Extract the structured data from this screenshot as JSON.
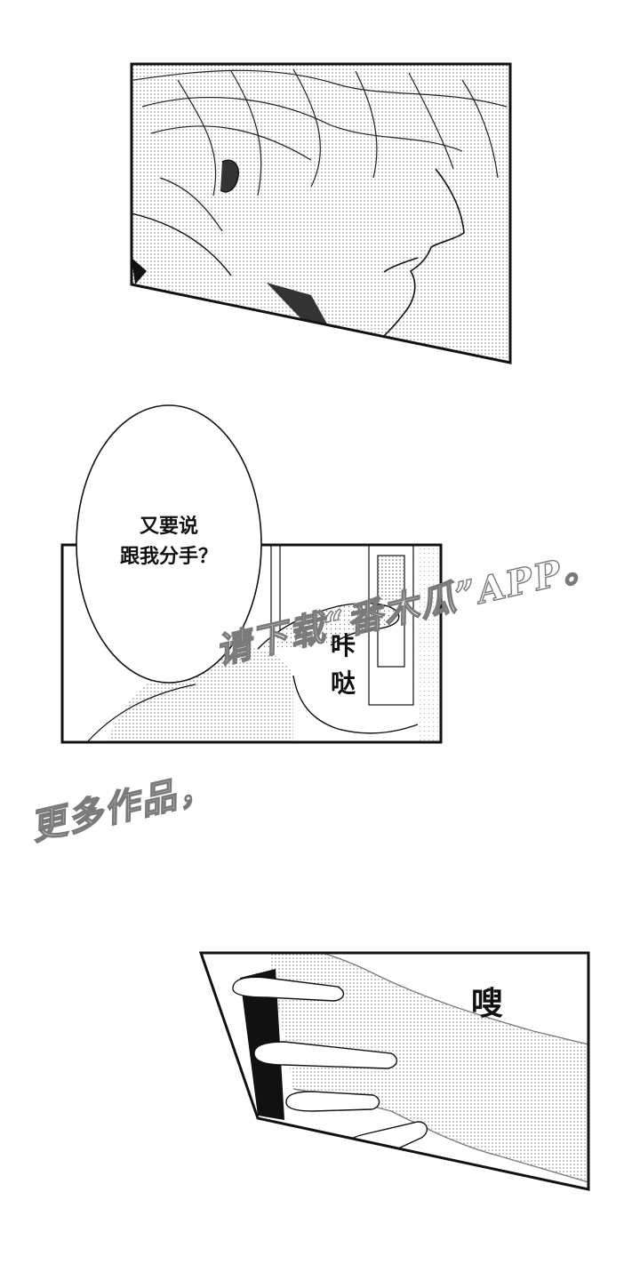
{
  "bubble": {
    "line1": "又要说",
    "line2": "跟我分手？"
  },
  "sfx": {
    "click_1": "咔",
    "click_2": "哒",
    "swish": "嗖"
  },
  "watermark": {
    "line1": "请下载“番木瓜”APP。",
    "line2": "更多作品，"
  },
  "colors": {
    "ink": "#111111",
    "screentone": "#9a9a9a",
    "background": "#ffffff",
    "watermark_outline": "#7a7a7a"
  }
}
